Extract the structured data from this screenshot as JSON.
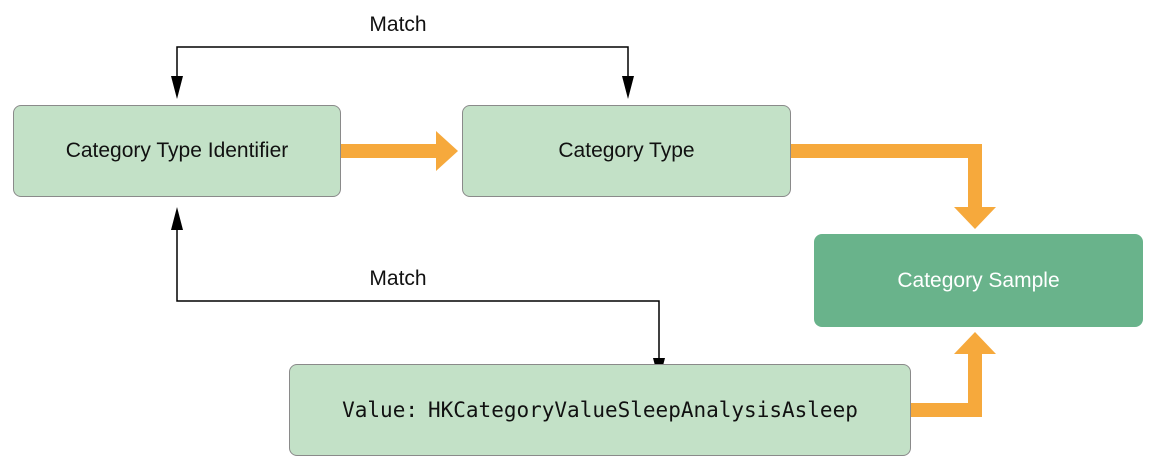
{
  "nodes": {
    "identifier": {
      "label": "Category Type Identifier"
    },
    "type": {
      "label": "Category Type"
    },
    "sample": {
      "label": "Category Sample"
    },
    "value": {
      "prefix": "Value:",
      "code": "HKCategoryValueSleepAnalysisAsleep"
    }
  },
  "edges": {
    "match_top": {
      "label": "Match"
    },
    "match_bottom": {
      "label": "Match"
    }
  },
  "colors": {
    "flow_arrow": "#f6a93c",
    "light_box": "#c3e1c7",
    "dark_box": "#69b38b",
    "line": "#000000"
  }
}
